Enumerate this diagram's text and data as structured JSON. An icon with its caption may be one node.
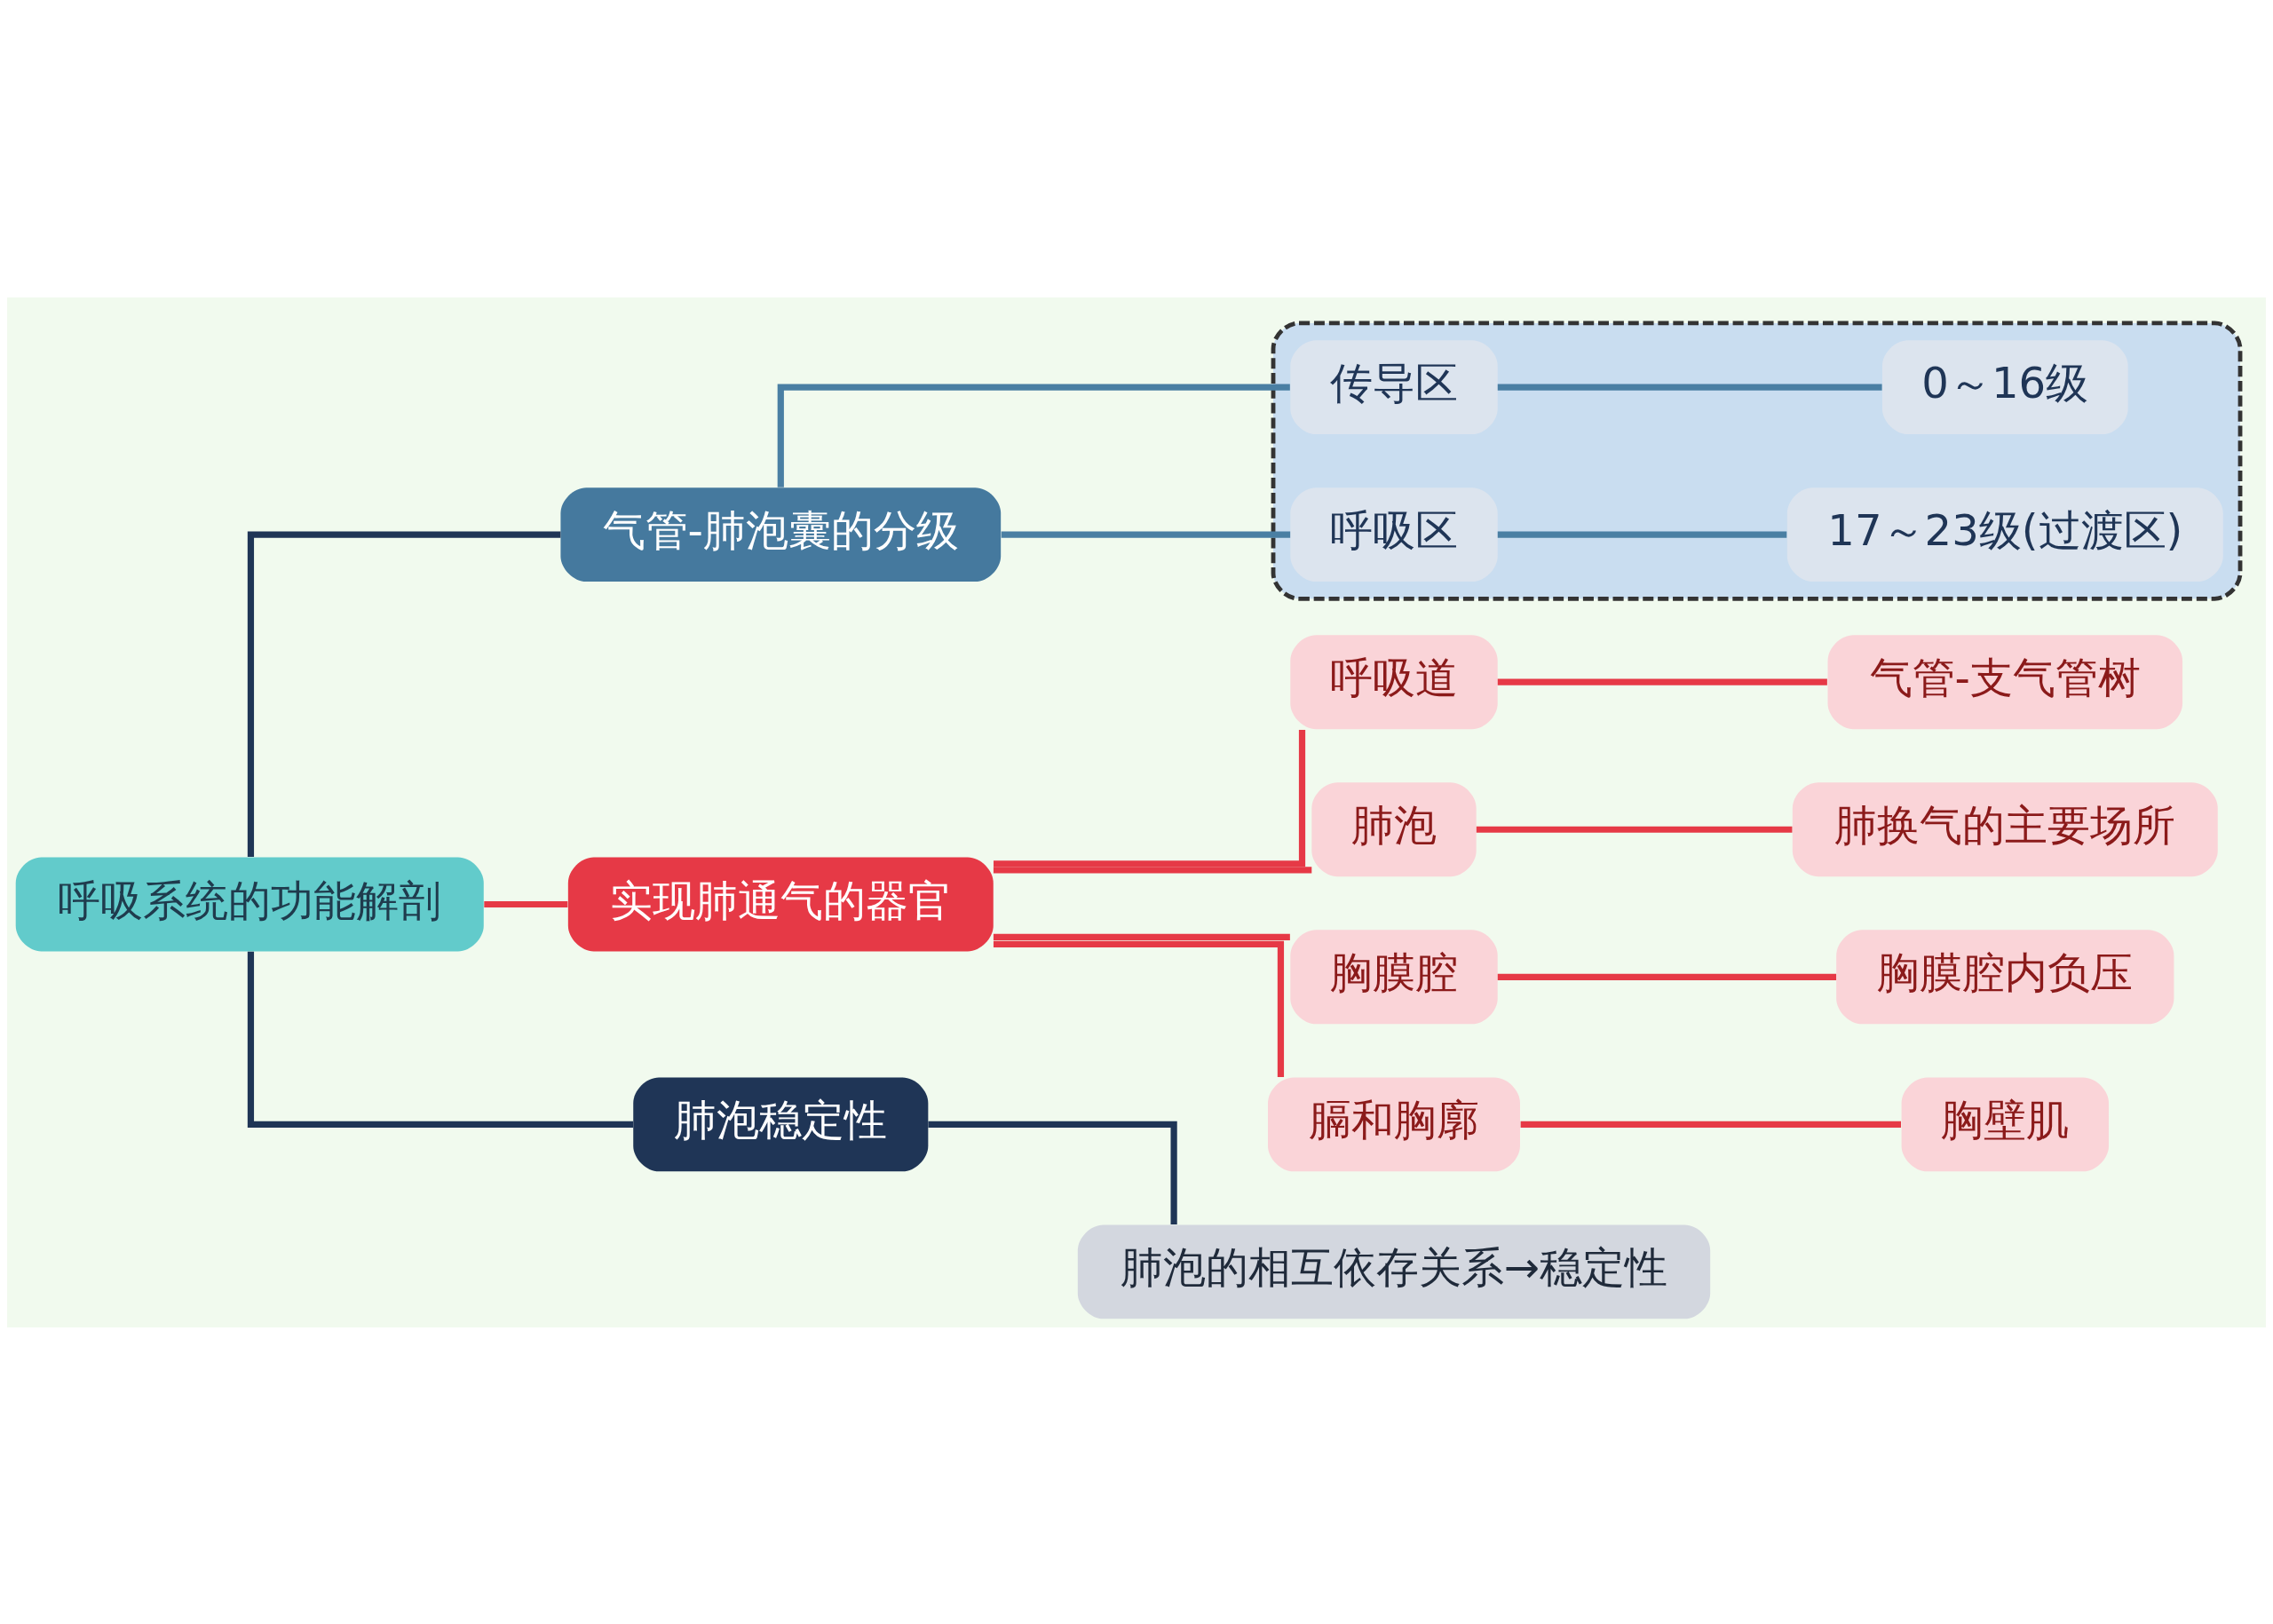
{
  "diagram": {
    "nodes": [
      {
        "text": [
          "呼吸系统的功能解剖"
        ]
      },
      {
        "text": [
          "实现肺通气的器官"
        ]
      },
      {
        "text": [
          "呼吸道"
        ]
      },
      {
        "text": [
          "气管-支气管树"
        ]
      },
      {
        "text": [
          "肺泡"
        ]
      },
      {
        "text": [
          "肺换气的主要场所"
        ]
      },
      {
        "text": [
          "胸膜腔"
        ]
      },
      {
        "text": [
          "胸膜腔内负压"
        ]
      },
      {
        "text": [
          "膈和胸廓"
        ]
      },
      {
        "text": [
          "胸壁肌"
        ]
      },
      {
        "text": [
          "气管-肺泡囊的分级"
        ]
      },
      {
        "text": [],
        "shape": "box"
      },
      {
        "text": [
          "传导区"
        ],
        "in": 11
      },
      {
        "text": [
          "0～16级"
        ],
        "in": 11
      },
      {
        "text": [
          "呼吸区"
        ],
        "in": 11
      },
      {
        "text": [
          "17～23级(过渡区)"
        ],
        "in": 11
      },
      {
        "text": [
          "肺泡稳定性"
        ]
      },
      {
        "text": [
          "肺泡的相互依存关系→稳定性"
        ]
      }
    ],
    "edges": [
      {
        "from": 0,
        "to": 1,
        "arrow": "none"
      },
      {
        "from": 1,
        "to": 2,
        "arrow": "none"
      },
      {
        "from": 2,
        "to": 3,
        "arrow": "none"
      },
      {
        "from": 1,
        "to": 4,
        "arrow": "none"
      },
      {
        "from": 4,
        "to": 5,
        "arrow": "none"
      },
      {
        "from": 1,
        "to": 6,
        "arrow": "none"
      },
      {
        "from": 6,
        "to": 7,
        "arrow": "none"
      },
      {
        "from": 1,
        "to": 8,
        "arrow": "none"
      },
      {
        "from": 8,
        "to": 9,
        "arrow": "none"
      },
      {
        "from": 0,
        "to": 10,
        "arrow": "none",
        "color": "#1f3556"
      },
      {
        "from": 10,
        "to": 12,
        "arrow": "none",
        "color": "#4a7fa3"
      },
      {
        "from": 12,
        "to": 13,
        "arrow": "none",
        "color": "#4a7fa3"
      },
      {
        "from": 10,
        "to": 14,
        "arrow": "none",
        "color": "#4a7fa3"
      },
      {
        "from": 14,
        "to": 15,
        "arrow": "none",
        "color": "#4a7fa3"
      },
      {
        "from": 0,
        "to": 16,
        "arrow": "none",
        "color": "#1f3556"
      },
      {
        "from": 16,
        "to": 17,
        "arrow": "none",
        "color": "#1f3556"
      }
    ]
  }
}
